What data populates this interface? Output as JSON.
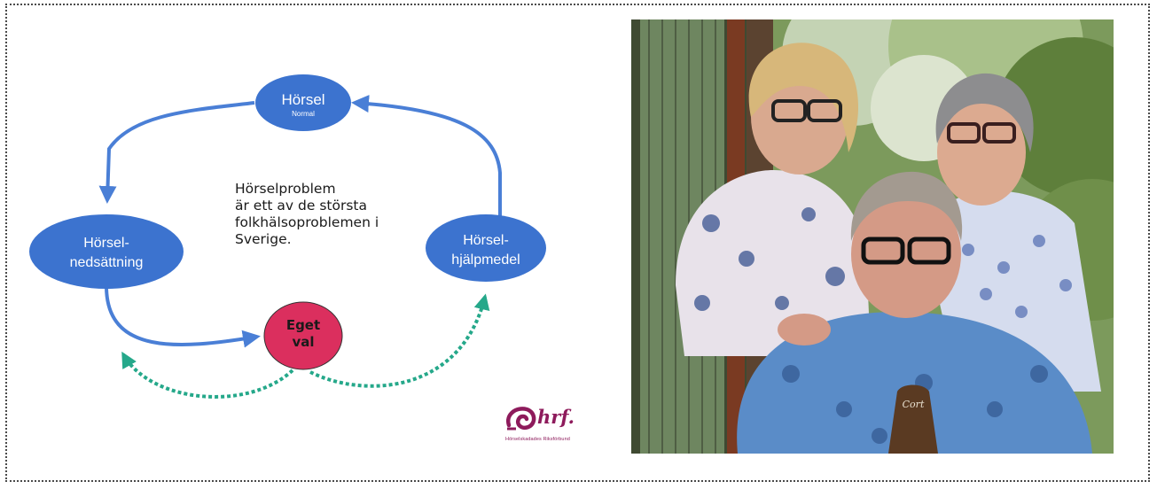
{
  "diagram": {
    "nodes": {
      "top": {
        "label": "Hörsel",
        "sublabel": "Normal"
      },
      "left": {
        "line1": "Hörsel-",
        "line2": "nedsättning"
      },
      "right": {
        "line1": "Hörsel-",
        "line2": "hjälpmedel"
      },
      "choice": {
        "line1": "Eget",
        "line2": "val"
      }
    },
    "center_text": [
      "Hörselproblem",
      "är ett av de största",
      "folkhälsoproblemen i",
      "Sverige."
    ],
    "colors": {
      "node_blue": "#3c73cf",
      "arrow_blue": "#4a7fd6",
      "choice_red": "#db2f5e",
      "dashed_green": "#25a88a"
    }
  },
  "logo": {
    "word": "hrf.",
    "subtitle": "Hörselskadades Riksförbund",
    "color": "#8e1b5c"
  },
  "photo": {
    "guitar_brand": "Cort"
  }
}
